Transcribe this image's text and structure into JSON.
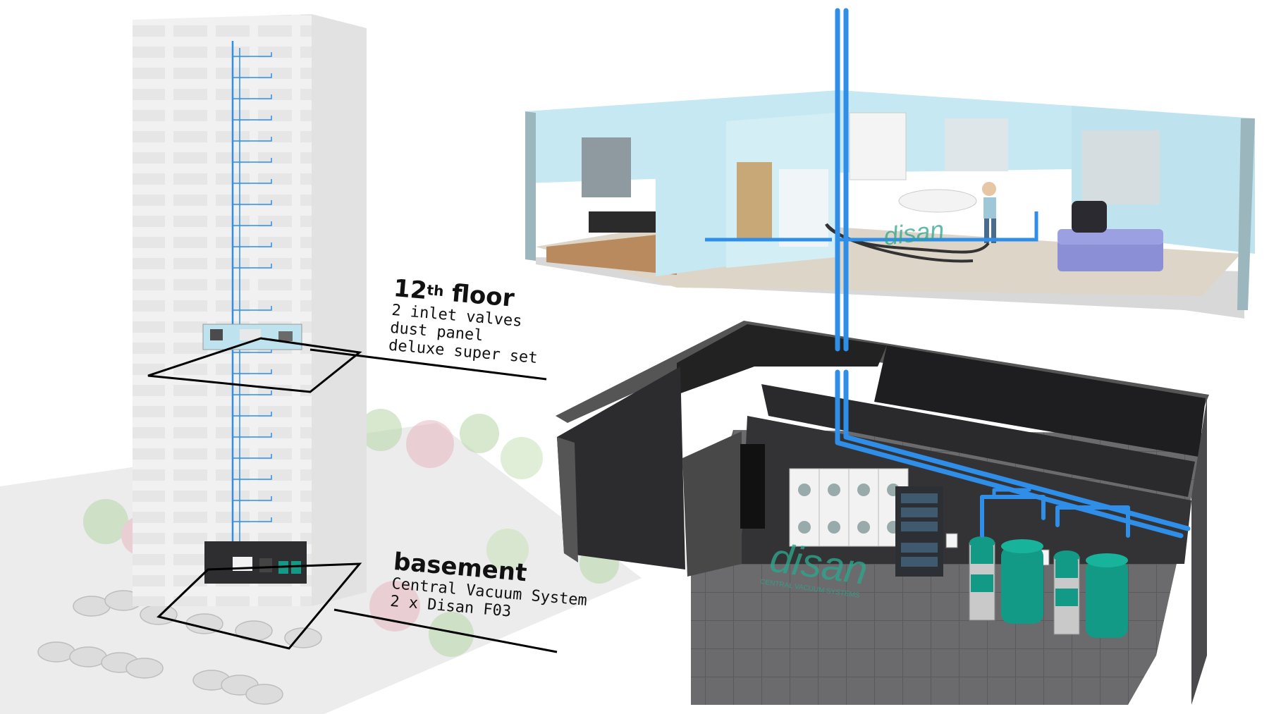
{
  "floor_callout": {
    "title_number": "12",
    "title_suffix": "th",
    "title_word": "floor",
    "lines": [
      "2 inlet valves",
      "dust panel",
      "deluxe super set"
    ]
  },
  "basement_callout": {
    "title": "basement",
    "lines": [
      "Central Vacuum System",
      "2 x Disan F03"
    ]
  },
  "brand": {
    "logo_text": "disan",
    "logo_tagline": "CENTRAL VACUUM SYSTEMS"
  },
  "colors": {
    "pipe": "#2f8ee8",
    "basement_wall": "#3a3a3c",
    "apartment_wall": "#bfe3ee",
    "unit_teal": "#129a86",
    "brand_logo": "#2ea58c"
  }
}
